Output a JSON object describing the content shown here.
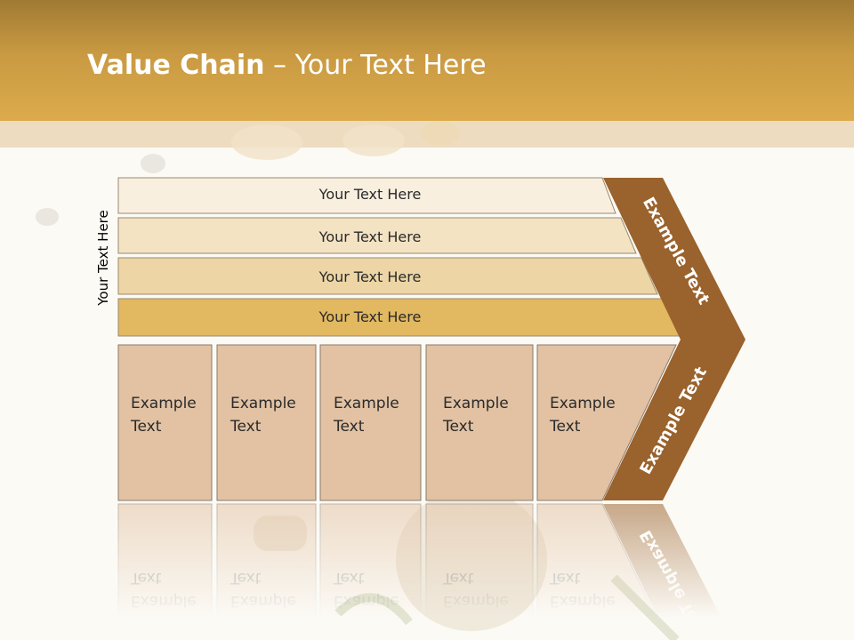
{
  "slide": {
    "title_bold": "Value Chain",
    "title_rest": " – Your Text Here",
    "side_label": "Your Text Here"
  },
  "support_bars": [
    {
      "label": "Your Text Here",
      "color": "#f8efdf"
    },
    {
      "label": "Your Text Here",
      "color": "#f3e3c3"
    },
    {
      "label": "Your Text Here",
      "color": "#edd5a5"
    },
    {
      "label": "Your Text Here",
      "color": "#e2b860"
    }
  ],
  "primary_cells": [
    {
      "line1": "Example",
      "line2": "Text"
    },
    {
      "line1": "Example",
      "line2": "Text"
    },
    {
      "line1": "Example",
      "line2": "Text"
    },
    {
      "line1": "Example",
      "line2": "Text"
    },
    {
      "line1": "Example",
      "line2": "Text"
    }
  ],
  "arrow": {
    "upper_label": "Example Text",
    "lower_label": "Example Text",
    "color": "#9a622c"
  },
  "colors": {
    "header": "#c99a42",
    "cell_fill": "#e2c2a3",
    "cell_stroke": "#8a7a6a"
  }
}
